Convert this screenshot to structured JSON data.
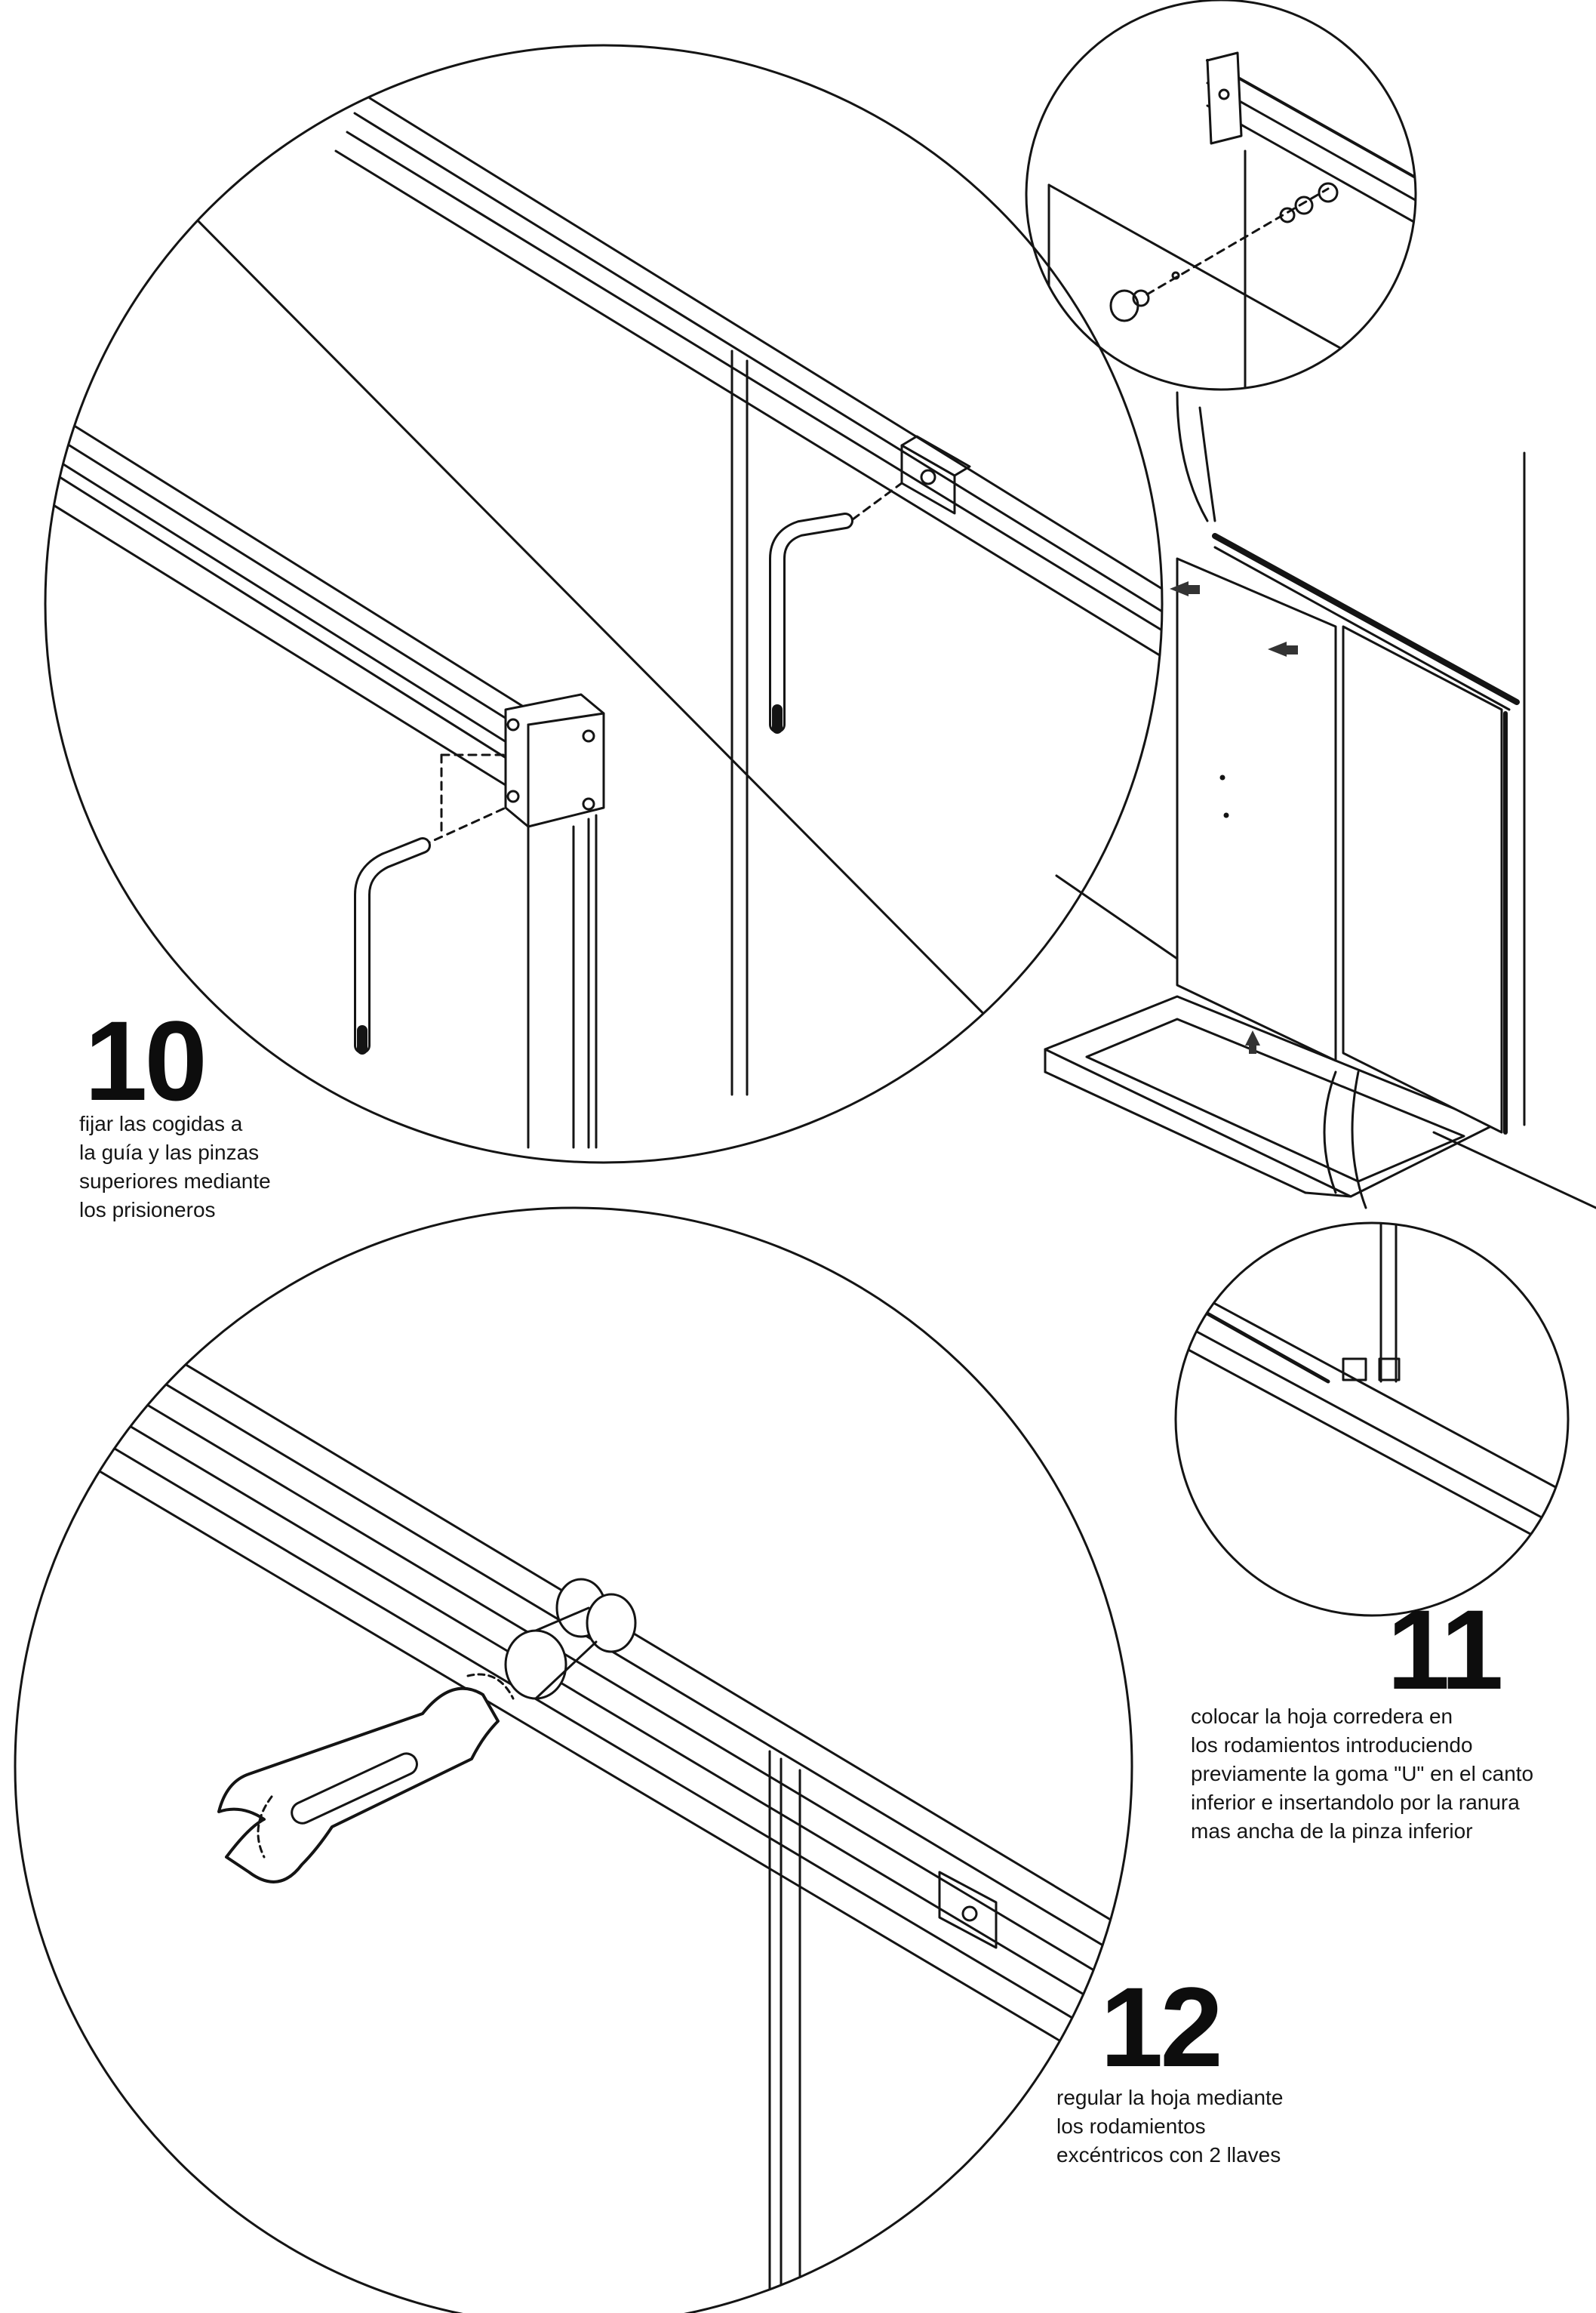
{
  "steps": [
    {
      "number": "10",
      "lines": [
        "fijar las cogidas a",
        "la guía y las pinzas",
        "superiores mediante",
        "los prisioneros"
      ]
    },
    {
      "number": "11",
      "lines": [
        "colocar la hoja corredera en",
        "los rodamientos introduciendo",
        "previamente la goma \"U\" en el canto",
        "inferior e insertandolo por la ranura",
        "mas ancha de la pinza inferior"
      ]
    },
    {
      "number": "12",
      "lines": [
        "regular la hoja mediante",
        "los rodamientos",
        "excéntricos con 2 llaves"
      ]
    }
  ],
  "colors": {
    "ink": "#141414",
    "background": "#ffffff",
    "arrow": "#333333"
  },
  "icons": [
    "hex-key-icon",
    "wrench-icon",
    "roller-icon",
    "arrow-icon"
  ]
}
